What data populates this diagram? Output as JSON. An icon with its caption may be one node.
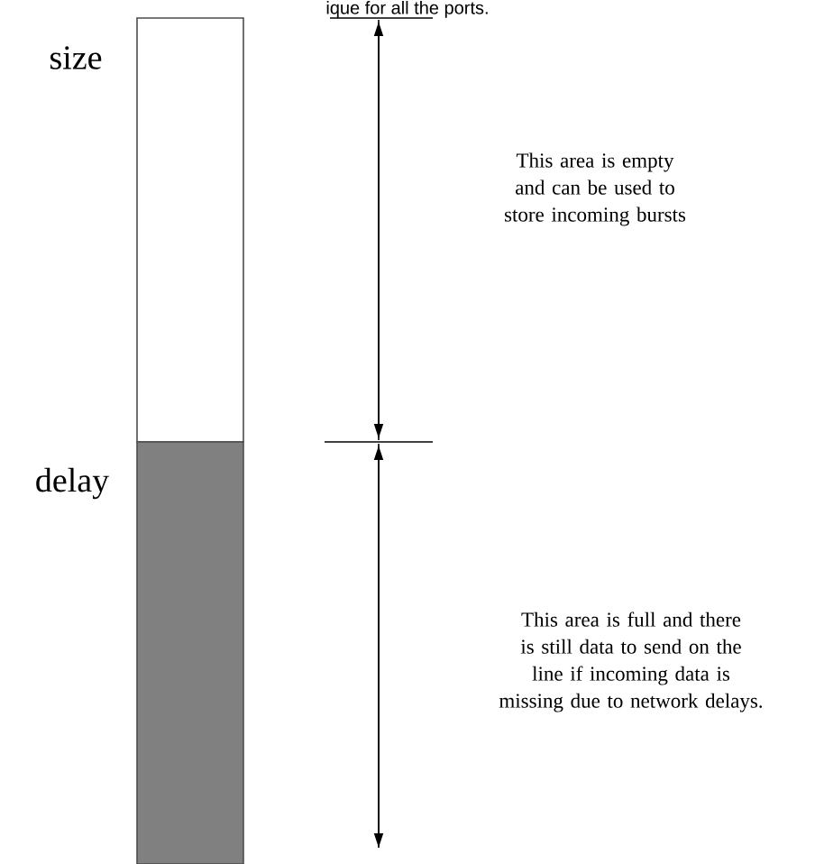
{
  "diagram": {
    "nodes": [
      {
        "text": [],
        "shape": "box",
        "beside": [
          "size"
        ]
      },
      {
        "text": [],
        "shape": "box",
        "beside": [
          "delay"
        ]
      }
    ],
    "labels": [
      "ique for all the ports.",
      "This area is empty and can be used to store incoming bursts",
      "This area is full and there is still data to send on the line if incoming data is missing due to network delays."
    ]
  }
}
